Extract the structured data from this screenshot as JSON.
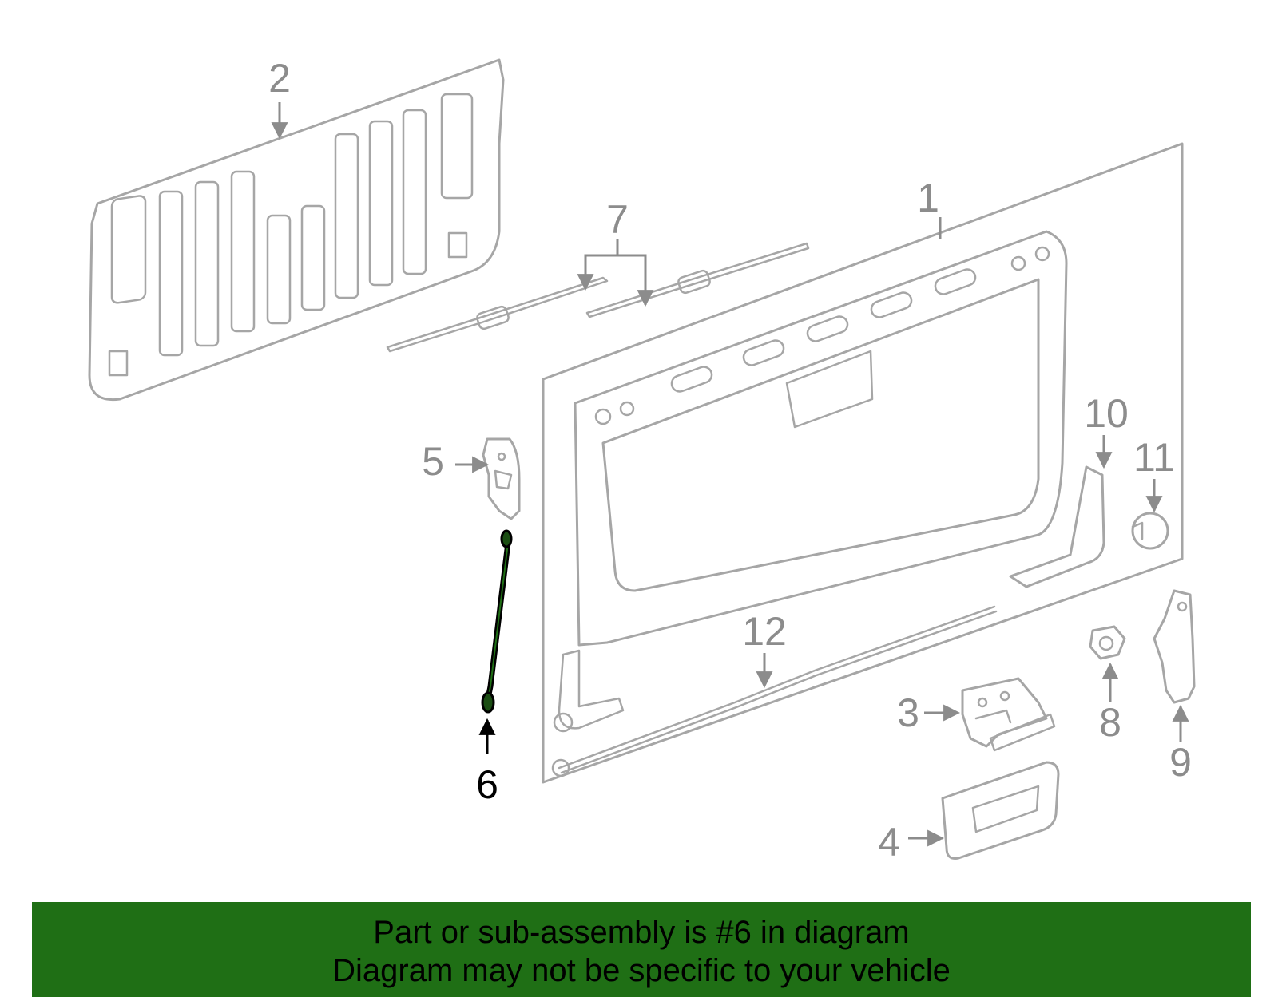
{
  "diagram": {
    "highlighted_part": "6",
    "colors": {
      "part_stroke": "#a6a6a6",
      "callout_text": "#8c8c8c",
      "highlight_part": "#1a4d12",
      "highlight_callout": "#000000",
      "banner_background": "#1f6f15"
    },
    "callouts": {
      "c1": "1",
      "c2": "2",
      "c3": "3",
      "c4": "4",
      "c5": "5",
      "c6": "6",
      "c7": "7",
      "c8": "8",
      "c9": "9",
      "c10": "10",
      "c11": "11",
      "c12": "12"
    }
  },
  "banner": {
    "line1": "Part or sub-assembly is #6 in diagram",
    "line2": "Diagram may not be specific to your vehicle"
  }
}
